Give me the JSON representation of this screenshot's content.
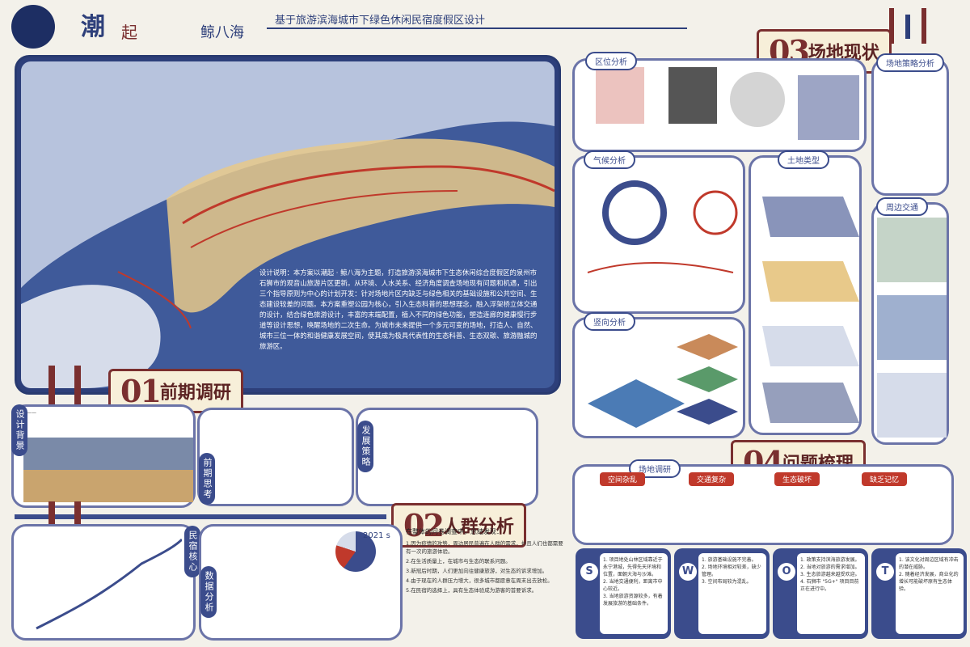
{
  "header": {
    "title_main": "潮",
    "title_sub": "起",
    "title_name": "鲸八海",
    "subtitle": "基于旅游滨海城市下绿色休闲民宿度假区设计"
  },
  "sections": {
    "s01": {
      "num": "01",
      "title": "前期调研"
    },
    "s02": {
      "num": "02",
      "title": "人群分析"
    },
    "s03": {
      "num": "03",
      "title": "场地现状"
    },
    "s04": {
      "num": "04",
      "title": "问题梳理"
    }
  },
  "design_desc": "设计说明：本方案以潮起 · 鲸八海为主题，打造旅游滨海城市下生态休闲综合度假区的泉州市石狮市的观音山旅游片区更新。从环境、人水关系、经济角度调查场地现有问题和机遇，引出三个指导原则为中心的计划开发：针对场地片区内缺乏与绿色相关的基础设施和公共空间、生态建设较差的问题。本方案重塑公园为核心，引入生态科普的思想理念，融入浮架桥立体交通的设计，结合绿色旅游设计，丰富的末端配置，植入不同的绿色功能，塑造连廊的健康慢行步道等设计思想，唤醒场地的二次生命。为城市未来提供一个多元可变的场地，打造人、自然、城市三位一体的和谐健康发展空间，使其成为极具代表性的生态科普、生态双碳、旅游融城的旅游区。",
  "labels": {
    "design_background": "设计背景",
    "early_thinking": "前期思考",
    "dev_strategy": "发展策略",
    "crowd_core": "民宿核心",
    "data_analysis": "数据分析",
    "location": "区位分析",
    "site_strategy": "场地策略分析",
    "climate": "气候分析",
    "land_type": "土地类型",
    "surrounding_traffic": "周边交通",
    "vertical": "竖向分析",
    "site_survey": "场地调研"
  },
  "issues": [
    "空间杂乱",
    "交通复杂",
    "生态破坏",
    "缺乏记忆"
  ],
  "crowd_intro": "在整体的问卷调查中，总结发现：",
  "crowd_points": [
    "1.因为疫情的攻势，周边居民普遍在人群的需求，并且人们也都需要有一次的旅游体验。",
    "2.在生活质量上，在城市与生态的联系问题。",
    "3.新冠后时期，人们更加向往健康旅游，对生态的诉求增加。",
    "4.由于现在的人群压力增大，很多城市都愿意在周末出去放松。",
    "5.在民宿的选择上，具有生态体验成为游客的首要诉求。"
  ],
  "stat_year": "2021 s",
  "swot": [
    {
      "letter": "S",
      "text": "1. 项目地处山林区域靠近于永宁港城，先得先天环境和位置，面朝大海与沙滩。\n2. 当地交通便利，距离市中心较近。\n3. 当地旅游资源较多，有着发展旅游的基础条件。"
    },
    {
      "letter": "W",
      "text": "1. 旅游基础设施不完善。\n2. 场地环境相对较差，缺少管理。\n3. 空间布局较为混乱。"
    },
    {
      "letter": "O",
      "text": "1. 政策支持滨海旅游发展。\n2. 当地对旅游的需求增加。\n3. 生态旅游越来越受欢迎。\n4. 石狮市 \"5G+\" 项目目前正在进行中。"
    },
    {
      "letter": "T",
      "text": "1. 该文化对周边区域有冲击的潜在威胁。\n2. 随着经济发展，商业化的增长可能破坏原有生态体验。"
    }
  ],
  "colors": {
    "navy": "#2d3f7a",
    "accent": "#7a2f2f",
    "sea": "#3f5a9a",
    "sand": "#e8c98a"
  }
}
